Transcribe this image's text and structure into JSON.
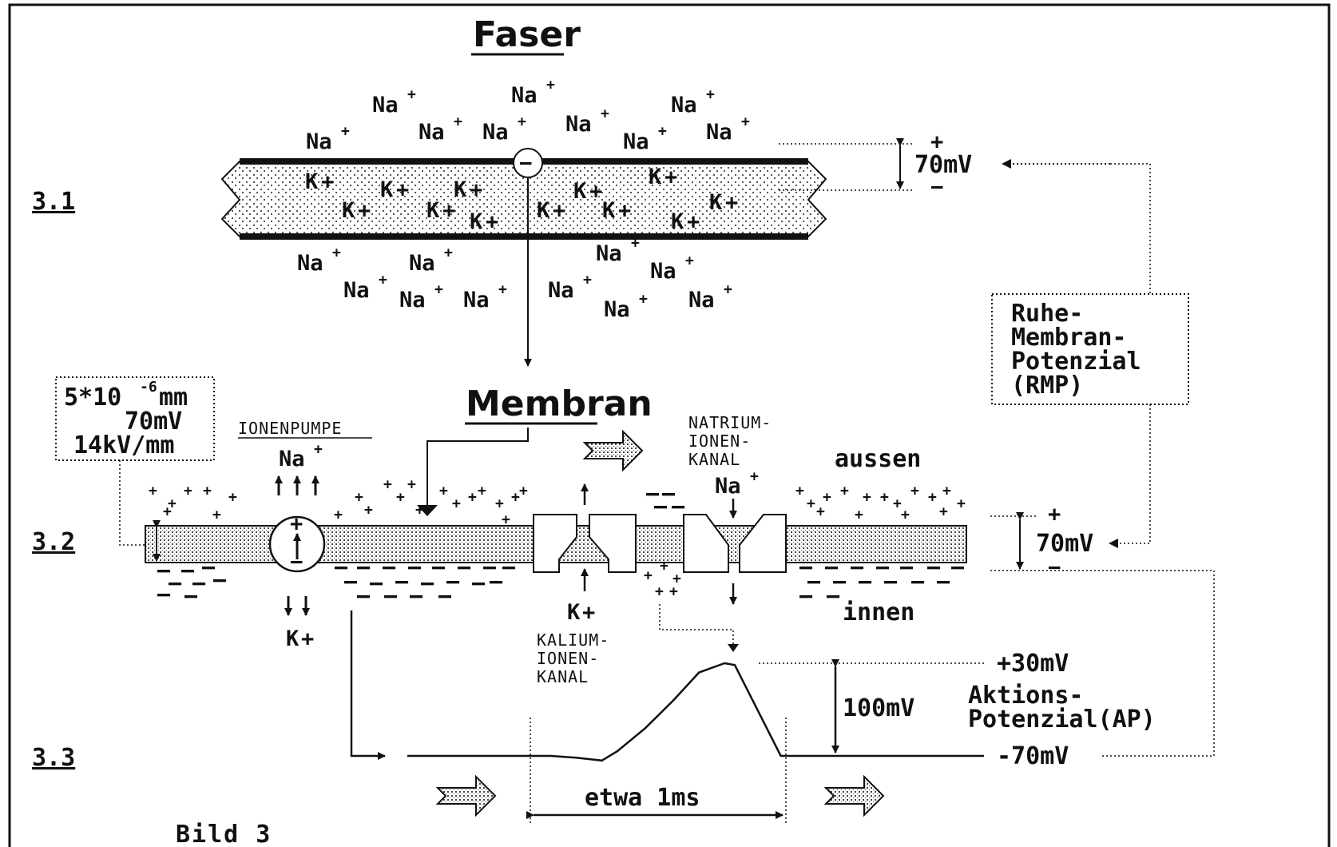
{
  "title": "Faser",
  "membrane_title": "Membran",
  "figure_label": "Bild 3",
  "sections": {
    "s1": "3.1",
    "s2": "3.2",
    "s3": "3.3"
  },
  "ions": {
    "na": "Na",
    "k": "K",
    "plus": "+",
    "minus": "−"
  },
  "rmp_box": {
    "line1": "Ruhe-",
    "line2": "Membran-",
    "line3": "Potenzial",
    "line4": "(RMP)"
  },
  "spec_box": {
    "line1": "5*10",
    "exp": "-6",
    "unit": "mm",
    "line2": "70mV",
    "line3": "14kV/mm"
  },
  "labels": {
    "ionenpumpe": "IONENPUMPE",
    "natrium_1": "NATRIUM-",
    "natrium_2": "IONEN-",
    "natrium_3": "KANAL",
    "kalium_1": "KALIUM-",
    "kalium_2": "IONEN-",
    "kalium_3": "KANAL",
    "aussen": "aussen",
    "innen": "innen",
    "fiber_voltage": "70mV",
    "membrane_voltage": "70mV",
    "ap_top": "+30mV",
    "ap_rest": "-70mV",
    "ap_amplitude": "100mV",
    "ap_name_1": "Aktions-",
    "ap_name_2": "Potenzial(AP)",
    "duration": "etwa 1ms"
  },
  "colors": {
    "ink": "#111111",
    "stipple": "#555555"
  },
  "chart_data": {
    "type": "line",
    "title": "",
    "xlabel": "etwa 1ms",
    "ylabel": "",
    "series": [
      {
        "name": "Aktions-Potenzial(AP)",
        "points_mV": [
          -70,
          -70,
          -72,
          -75,
          -65,
          -40,
          -10,
          20,
          30,
          28,
          -70,
          -70
        ]
      }
    ],
    "levels_mV": {
      "peak": 30,
      "rest": -70
    },
    "amplitude_mV": 100,
    "duration_ms": 1
  }
}
